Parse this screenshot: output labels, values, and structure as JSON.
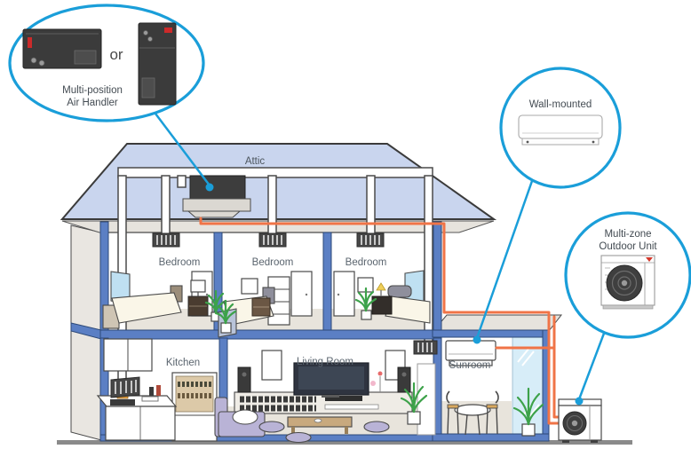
{
  "callouts": {
    "air_handler": {
      "label_line1": "Multi-position",
      "label_line2": "Air Handler",
      "or_text": "or"
    },
    "wall_mounted": {
      "label": "Wall-mounted"
    },
    "outdoor_unit": {
      "label_line1": "Multi-zone",
      "label_line2": "Outdoor Unit"
    }
  },
  "house": {
    "attic_label": "Attic",
    "rooms": [
      {
        "label": "Bedroom"
      },
      {
        "label": "Bedroom"
      },
      {
        "label": "Bedroom"
      },
      {
        "label": "Kitchen"
      },
      {
        "label": "Living Room"
      },
      {
        "label": "Sunroom"
      }
    ]
  },
  "colors": {
    "callout_blue": "#1a9ed9",
    "roof_fill": "#c9d5ee",
    "structure_blue": "#5b7fc4",
    "refrigerant_orange": "#f07447",
    "ground_gray": "#8a8a8a",
    "floor_tan": "#e8e4dc",
    "glass_blue": "#d7edf8",
    "window_blue": "#bfe0f2",
    "unit_dark": "#3d3d3d",
    "furniture_lavender": "#b9b3d6",
    "wood_tan": "#c8a97e",
    "plant_green": "#3da24a",
    "logo_red": "#cc2a2a"
  }
}
